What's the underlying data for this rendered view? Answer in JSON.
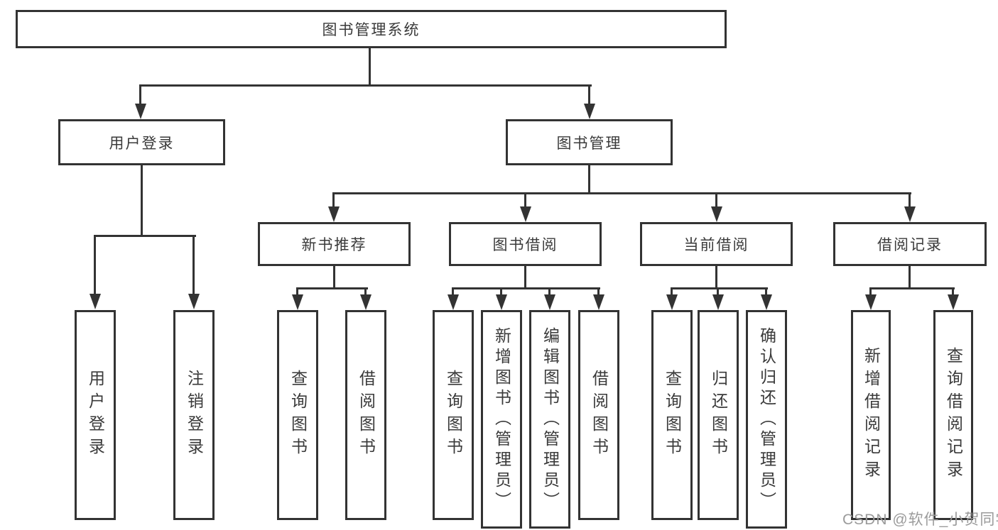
{
  "diagram": {
    "title": "图书管理系统",
    "root": {
      "label": "图书管理系统"
    },
    "level2": [
      {
        "id": "user-login",
        "label": "用户登录"
      },
      {
        "id": "book-management",
        "label": "图书管理"
      }
    ],
    "level3": [
      {
        "id": "new-book-recommend",
        "label": "新书推荐",
        "parent": "图书管理"
      },
      {
        "id": "book-borrow",
        "label": "图书借阅",
        "parent": "图书管理"
      },
      {
        "id": "current-borrow",
        "label": "当前借阅",
        "parent": "图书管理"
      },
      {
        "id": "borrow-records",
        "label": "借阅记录",
        "parent": "图书管理"
      }
    ],
    "leaves": [
      {
        "id": "leaf-user-login",
        "label": "用户登录",
        "parent": "用户登录"
      },
      {
        "id": "leaf-logout",
        "label": "注销登录",
        "parent": "用户登录"
      },
      {
        "id": "leaf-query-book-1",
        "label": "查询图书",
        "parent": "新书推荐"
      },
      {
        "id": "leaf-borrow-book-1",
        "label": "借阅图书",
        "parent": "新书推荐"
      },
      {
        "id": "leaf-query-book-2",
        "label": "查询图书",
        "parent": "图书借阅"
      },
      {
        "id": "leaf-add-book-admin",
        "label": "新增图书（管理员）",
        "parent": "图书借阅"
      },
      {
        "id": "leaf-edit-book-admin",
        "label": "编辑图书（管理员）",
        "parent": "图书借阅"
      },
      {
        "id": "leaf-borrow-book-2",
        "label": "借阅图书",
        "parent": "图书借阅"
      },
      {
        "id": "leaf-query-book-3",
        "label": "查询图书",
        "parent": "当前借阅"
      },
      {
        "id": "leaf-return-book",
        "label": "归还图书",
        "parent": "当前借阅"
      },
      {
        "id": "leaf-confirm-return-admin",
        "label": "确认归还（管理员）",
        "parent": "当前借阅"
      },
      {
        "id": "leaf-add-borrow-record",
        "label": "新增借阅记录",
        "parent": "借阅记录"
      },
      {
        "id": "leaf-query-borrow-record",
        "label": "查询借阅记录",
        "parent": "借阅记录"
      }
    ],
    "colors": {
      "line": "#333333",
      "text": "#3a3a3a",
      "background": "#ffffff",
      "watermark": "#9b9b9b"
    },
    "watermark": "CSDN @软件_小贺同学"
  }
}
